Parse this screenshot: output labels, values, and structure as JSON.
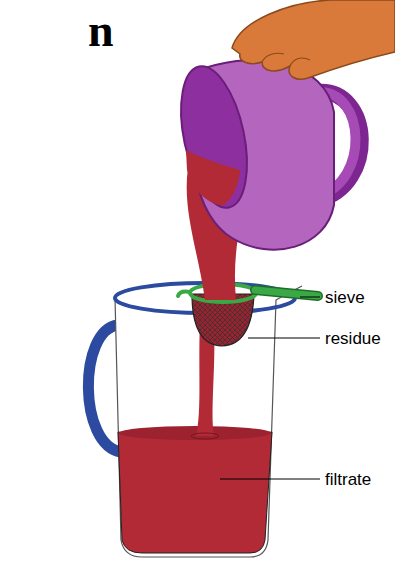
{
  "diagram": {
    "labels": [
      "n",
      "sieve",
      "residue",
      "filtrate"
    ]
  }
}
